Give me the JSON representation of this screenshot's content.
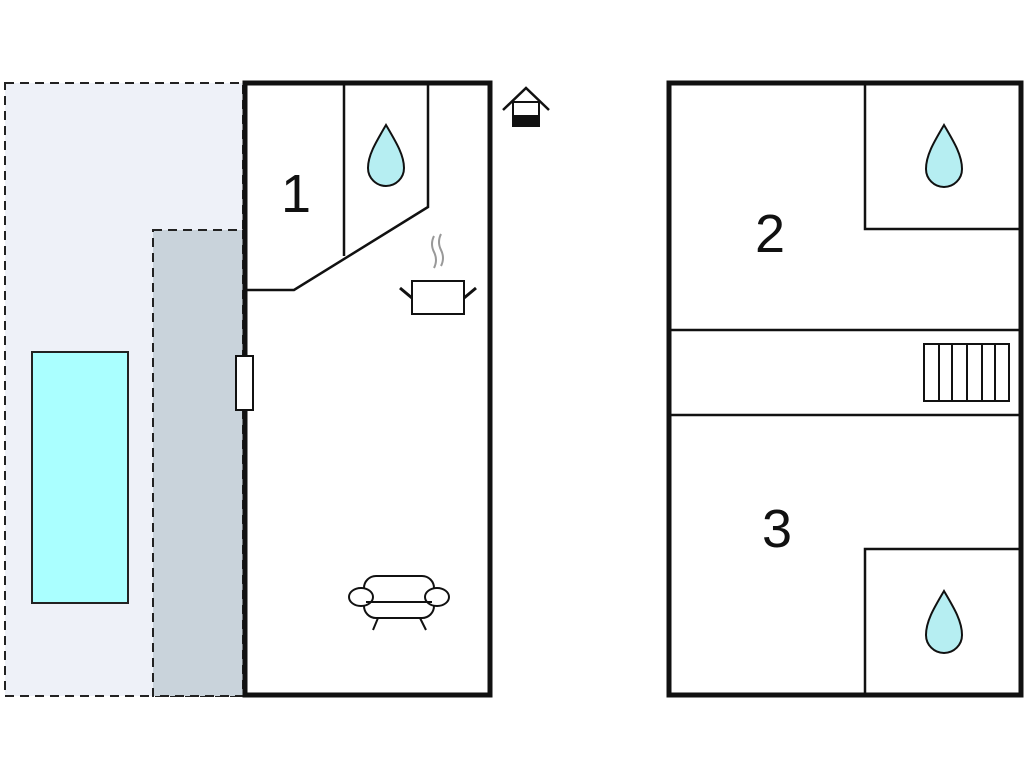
{
  "title": "Floor plan",
  "rooms": {
    "bedroom_1": "1",
    "bedroom_2": "2",
    "bedroom_3": "3"
  },
  "icons": [
    "water-drop-icon",
    "cooking-pot-icon",
    "armchair-icon",
    "stairs-icon",
    "house-entrance-icon",
    "door-icon"
  ],
  "colors": {
    "wall": "#111111",
    "terrace": "#eef1f8",
    "covered_terrace": "#c9d3db",
    "pool": "#aaffff",
    "water": "#b6eef2"
  }
}
